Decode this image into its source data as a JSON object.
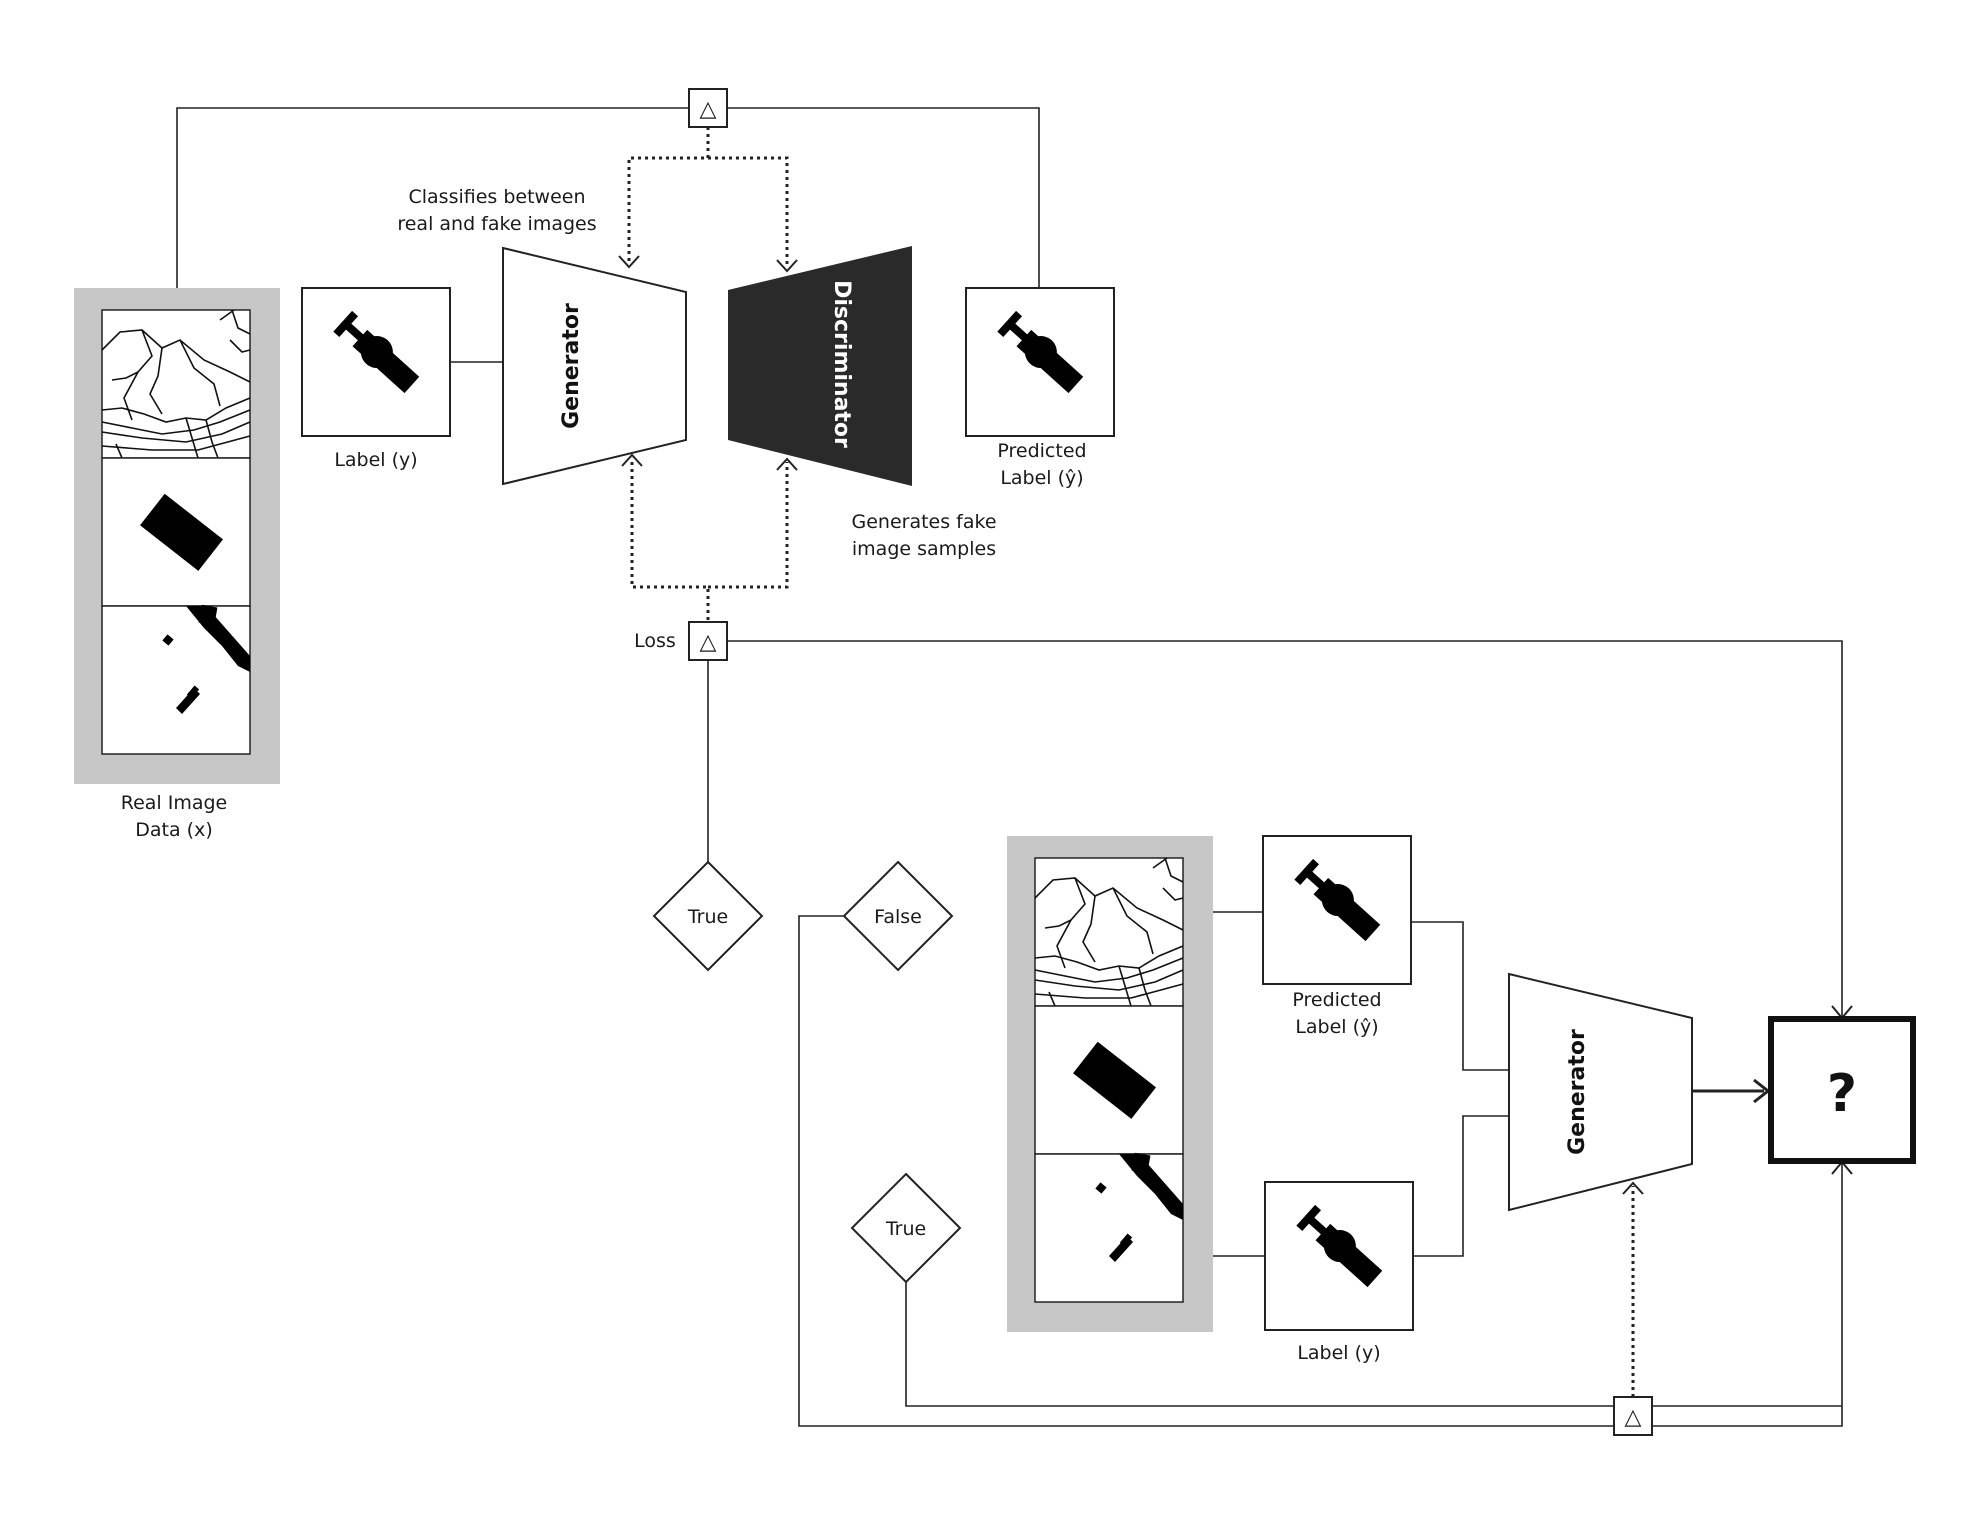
{
  "labels": {
    "classifies": [
      "Classifies between",
      "real and fake images"
    ],
    "generates": [
      "Generates fake",
      "image samples"
    ],
    "label_y_top": "Label (y)",
    "predicted_top": [
      "Predicted",
      "Label (ŷ)"
    ],
    "real_data": [
      "Real Image",
      "Data (x)"
    ],
    "loss": "Loss",
    "generator_top": "Generator",
    "discriminator": "Discriminator",
    "true_1": "True",
    "false_1": "False",
    "true_2": "True",
    "predicted_bottom": [
      "Predicted",
      "Label (ŷ)"
    ],
    "label_y_bottom": "Label (y)",
    "generator_bottom": "Generator",
    "unknown_output": "?",
    "delta_symbol": "△"
  },
  "colors": {
    "stroke": "#222222",
    "panel": "#c7c7c7",
    "discriminator_fill": "#2a2a2a",
    "background": "#ffffff"
  }
}
